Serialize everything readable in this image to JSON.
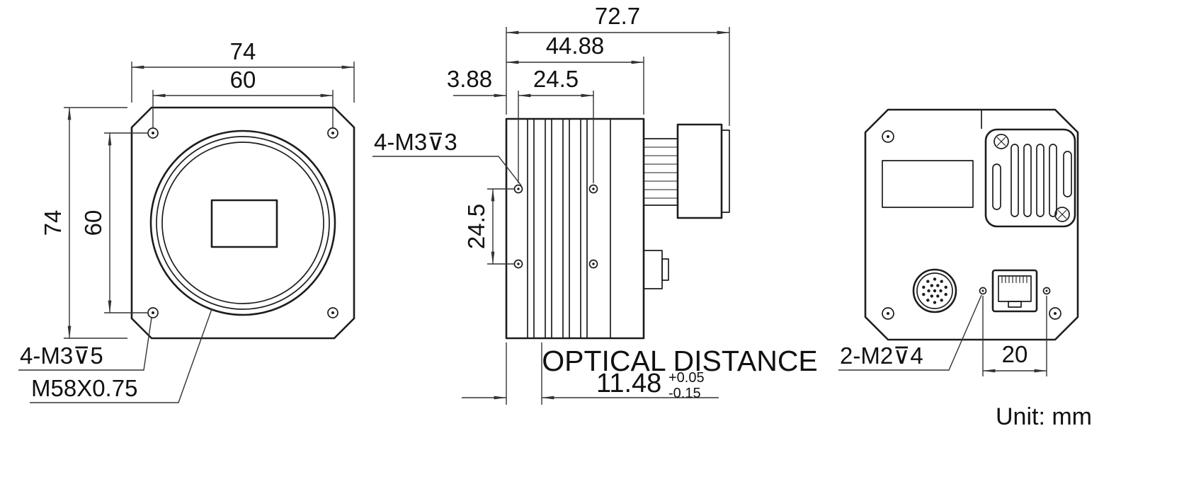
{
  "drawing": {
    "unit_label": "Unit: mm",
    "views": {
      "front": {
        "dim_overall_width": "74",
        "dim_hole_spacing_width": "60",
        "dim_overall_height": "74",
        "dim_hole_spacing_height": "60",
        "label_corner_screws": "4-M3⊽5",
        "label_lens_mount": "M58X0.75"
      },
      "side": {
        "dim_overall_depth": "72.7",
        "dim_body_depth": "44.88",
        "dim_front_to_hole": "3.88",
        "dim_hole_spacing_horizontal": "24.5",
        "dim_hole_spacing_vertical": "24.5",
        "label_side_screws": "4-M3⊽3",
        "optical_distance": {
          "label": "OPTICAL DISTANCE",
          "value": "11.48",
          "tolerance_plus": "+0.05",
          "tolerance_minus": "-0.15"
        }
      },
      "back": {
        "label_rear_screws": "2-M2⊽4",
        "dim_hole_spacing": "20"
      }
    }
  }
}
